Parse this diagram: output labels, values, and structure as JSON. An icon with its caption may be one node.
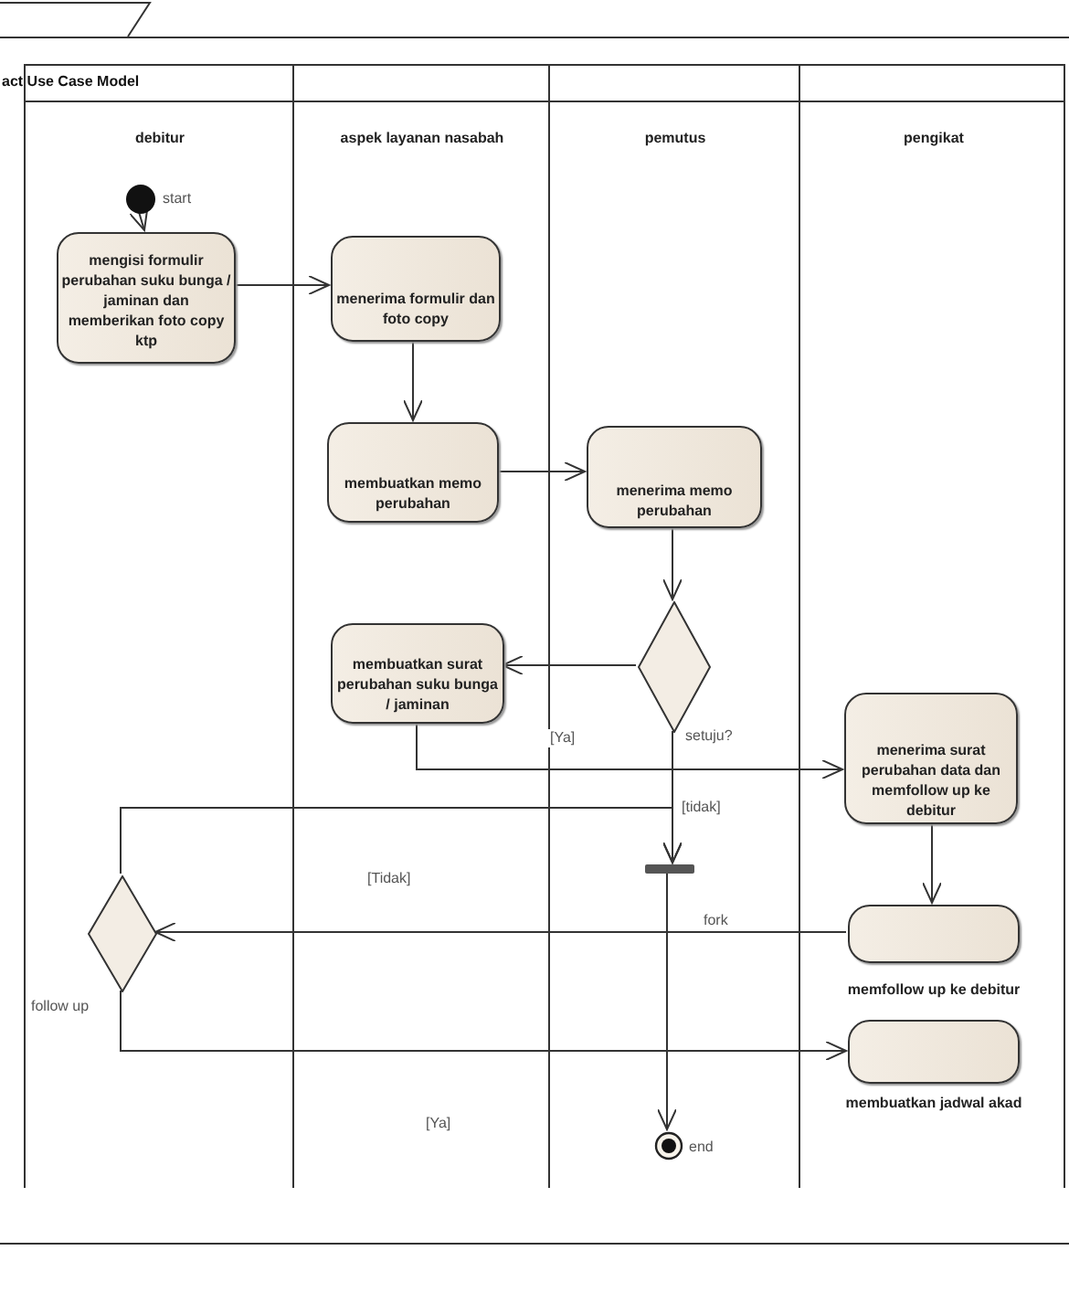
{
  "diagram": {
    "title": "act Use Case Model",
    "nodes": [
      {
        "text": [
          "debitur"
        ]
      },
      {
        "text": [
          "aspek layanan nasabah"
        ]
      },
      {
        "text": [
          "pemutus"
        ]
      },
      {
        "text": [
          "pengikat"
        ]
      },
      {
        "text": [],
        "shape": "circle",
        "in": 0,
        "beside": [
          "start"
        ]
      },
      {
        "text": [
          "mengisi formulir perubahan suku bunga / jaminan dan memberikan foto copy ktp"
        ],
        "in": 0
      },
      {
        "text": [
          "menerima formulir dan foto copy"
        ],
        "in": 1
      },
      {
        "text": [
          "membuatkan memo perubahan"
        ],
        "in": 1
      },
      {
        "text": [
          "menerima memo perubahan"
        ],
        "in": 2
      },
      {
        "text": [],
        "shape": "diamond",
        "in": 2,
        "beside": [
          "setuju?"
        ]
      },
      {
        "text": [
          "membuatkan surat perubahan suku bunga / jaminan"
        ],
        "in": 1
      },
      {
        "text": [
          "menerima surat perubahan data dan memfollow up ke debitur"
        ],
        "in": 3
      },
      {
        "text": [],
        "shape": "bar",
        "in": 2
      },
      {
        "text": [
          "memfollow up ke debitur"
        ],
        "in": 3
      },
      {
        "text": [],
        "shape": "diamond",
        "in": 0,
        "beside": [
          "follow up"
        ]
      },
      {
        "text": [
          "membuatkan jadwal akad"
        ],
        "in": 3
      },
      {
        "text": [],
        "shape": "circle",
        "in": 2,
        "beside": [
          "end"
        ]
      }
    ],
    "edges": [
      {
        "from": 4,
        "to": 5,
        "arrow": "to"
      },
      {
        "from": 5,
        "to": 6,
        "arrow": "to"
      },
      {
        "from": 6,
        "to": 7,
        "arrow": "to"
      },
      {
        "from": 7,
        "to": 8,
        "arrow": "to"
      },
      {
        "from": 8,
        "to": 9,
        "arrow": "to"
      },
      {
        "from": 9,
        "to": 10,
        "arrow": "to"
      },
      {
        "from": 10,
        "to": 11,
        "arrow": "to",
        "label": "[Ya]"
      },
      {
        "from": 9,
        "to": 12,
        "arrow": "to",
        "label": "[tidak]"
      },
      {
        "from": 14,
        "to": 12,
        "arrow": "to",
        "label": "[Tidak]"
      },
      {
        "from": 11,
        "to": 13,
        "arrow": "to"
      },
      {
        "from": 13,
        "to": 14,
        "arrow": "to",
        "label": "fork"
      },
      {
        "from": 14,
        "to": 15,
        "arrow": "to",
        "label": "[Ya]"
      },
      {
        "from": 12,
        "to": 16,
        "arrow": "to"
      }
    ]
  }
}
